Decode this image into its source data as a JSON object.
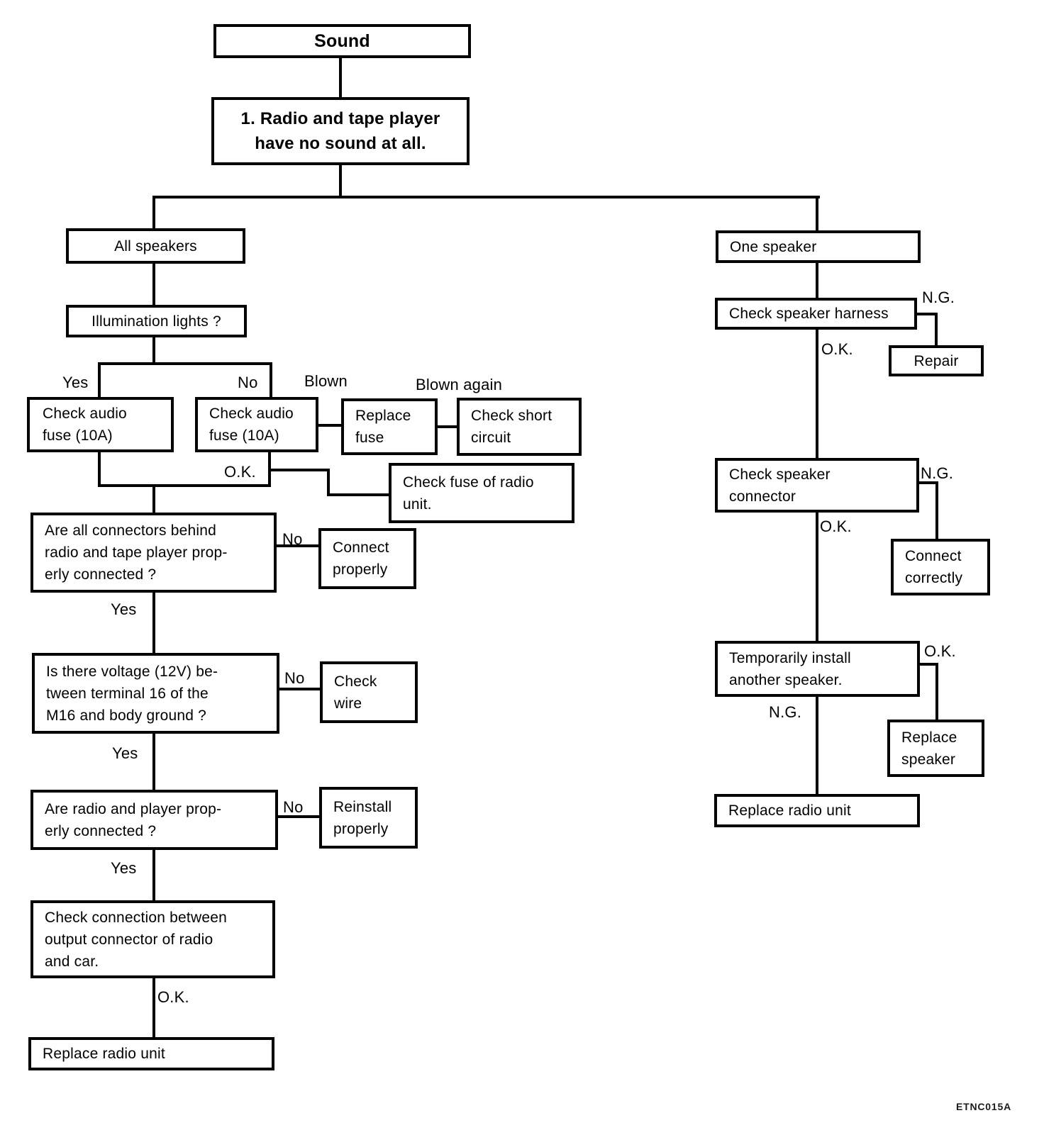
{
  "figure_code": "ETNC015A",
  "nodes": {
    "sound": "Sound",
    "problem": "1. Radio and tape player\nhave no sound at all.",
    "all_speakers": "All speakers",
    "illumination": "Illumination lights ?",
    "check_fuse_yes": "Check audio\nfuse (10A)",
    "check_fuse_no": "Check audio\nfuse (10A)",
    "replace_fuse": "Replace\nfuse",
    "check_short_circuit": "Check short\ncircuit",
    "check_fuse_radio_unit": "Check fuse of radio\nunit.",
    "connectors_question": "Are all connectors behind\nradio and tape player prop-\nerly connected ?",
    "connect_properly": "Connect\nproperly",
    "voltage_question": "Is there voltage (12V) be-\ntween terminal 16 of the\nM16 and body ground ?",
    "check_wire": "Check\nwire",
    "radio_player_question": "Are radio and player prop-\nerly connected ?",
    "reinstall_properly": "Reinstall\nproperly",
    "check_connection": "Check connection between\noutput connector of radio\nand car.",
    "replace_radio_unit_left": "Replace radio unit",
    "one_speaker": "One speaker",
    "check_speaker_harness": "Check speaker harness",
    "repair": "Repair",
    "check_speaker_connector": "Check speaker\nconnector",
    "connect_correctly": "Connect\ncorrectly",
    "temporarily_install": "Temporarily install\nanother speaker.",
    "replace_speaker": "Replace\nspeaker",
    "replace_radio_unit_right": "Replace radio unit"
  },
  "labels": {
    "yes": "Yes",
    "no": "No",
    "ok": "O.K.",
    "ng": "N.G.",
    "blown": "Blown",
    "blown_again": "Blown again"
  }
}
